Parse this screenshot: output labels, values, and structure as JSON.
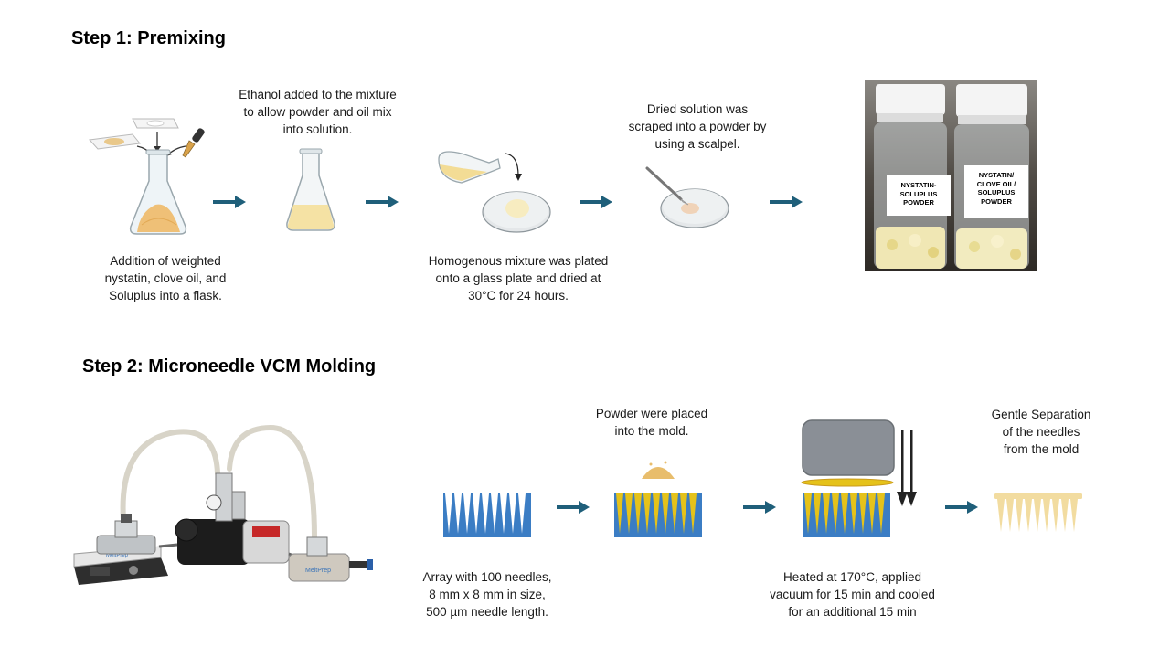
{
  "step1": {
    "title": "Step 1: Premixing",
    "captions": {
      "addition": [
        "Addition of weighted",
        "nystatin, clove oil, and",
        "Soluplus into a flask."
      ],
      "ethanol": [
        "Ethanol added to the mixture",
        "to allow powder  and oil mix",
        "into solution."
      ],
      "plated": [
        "Homogenous mixture  was plated",
        "onto  a glass plate and dried at",
        "30°C for 24 hours."
      ],
      "scraped": [
        "Dried solution was",
        "scraped into a powder  by",
        "using a scalpel."
      ]
    },
    "vials": {
      "left": [
        "NYSTATIN-",
        "SOLUPLUS",
        "POWDER"
      ],
      "right": [
        "NYSTATIN/",
        "CLOVE OIL/",
        "SOLUPLUS",
        "POWDER"
      ]
    }
  },
  "step2": {
    "title": "Step 2: Microneedle VCM Molding",
    "captions": {
      "array": [
        "Array with 100 needles,",
        "8 mm x 8 mm in size,",
        "500 µm needle length."
      ],
      "powder": [
        "Powder were placed",
        "into the  mold."
      ],
      "heated": [
        "Heated at 170°C, applied",
        "vacuum for 15 min and cooled",
        "for an additional 15 min"
      ],
      "separation": [
        "Gentle Separation",
        "of the needles",
        "from the mold"
      ]
    },
    "device_brand": "MeltPrep"
  },
  "colors": {
    "arrow": "#1f5f7a",
    "mold_blue": "#3b7dc4",
    "mold_gold": "#e5c21a",
    "powder": "#e8bd6c",
    "press_gray": "#8a8f96"
  }
}
